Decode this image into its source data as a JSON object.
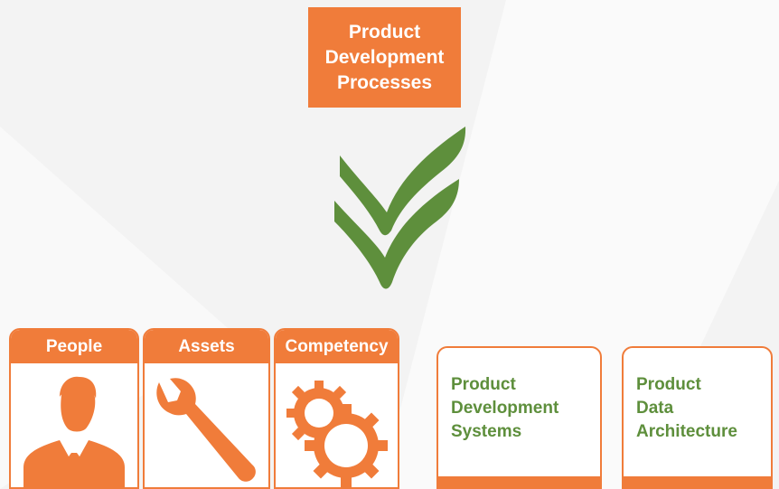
{
  "top_box": {
    "label": "Product\nDevelopment\nProcesses"
  },
  "cards": [
    {
      "header": "People",
      "icon": "person-icon"
    },
    {
      "header": "Assets",
      "icon": "wrench-icon"
    },
    {
      "header": "Competency",
      "icon": "gears-icon"
    }
  ],
  "text_cards": [
    {
      "label": "Product\nDevelopment\nSystems"
    },
    {
      "label": "Product\nData\nArchitecture"
    }
  ],
  "colors": {
    "orange": "#f07c3a",
    "green": "#5e8f3c",
    "background": "#f3f3f3"
  }
}
